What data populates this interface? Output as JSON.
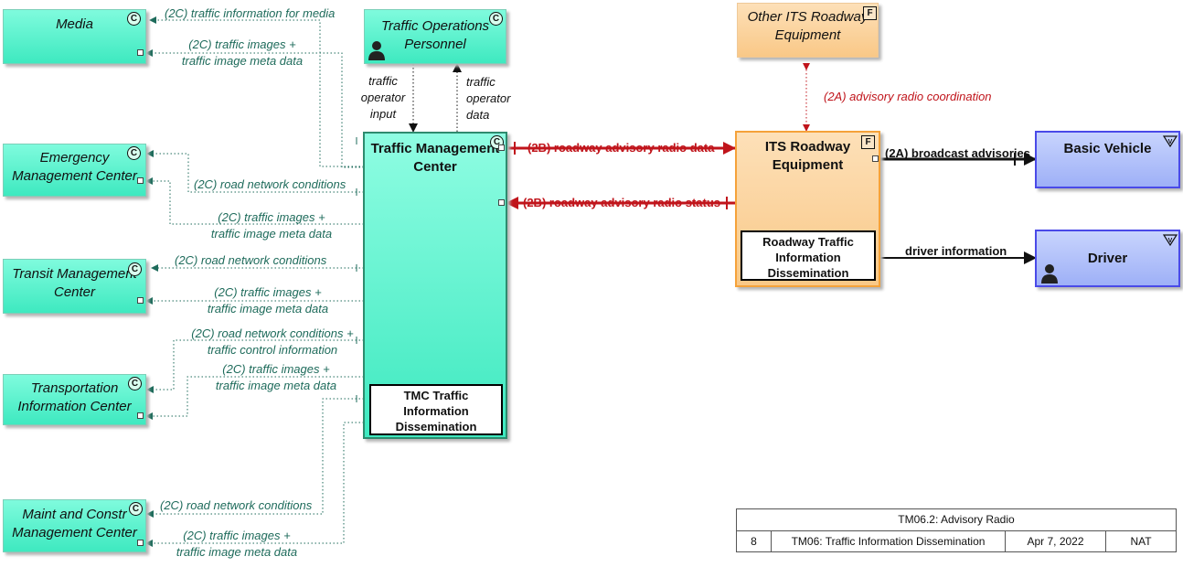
{
  "elements": {
    "media": {
      "label": "Media",
      "tag": "C"
    },
    "traffic_ops_personnel": {
      "label": "Traffic Operations Personnel",
      "tag": "C"
    },
    "other_its_roadway": {
      "label": "Other ITS Roadway Equipment",
      "tag": "F"
    },
    "emergency_mgmt": {
      "label": "Emergency Management Center",
      "tag": "C"
    },
    "tmc": {
      "label": "Traffic Management Center",
      "tag": "C",
      "sub": "TMC Traffic Information Dissemination"
    },
    "its_roadway": {
      "label": "ITS Roadway Equipment",
      "tag": "F",
      "sub": "Roadway Traffic Information Dissemination"
    },
    "basic_vehicle": {
      "label": "Basic Vehicle",
      "tag": "V"
    },
    "driver": {
      "label": "Driver",
      "tag": "V"
    },
    "transit_mgmt": {
      "label": "Transit Management Center",
      "tag": "C"
    },
    "transportation_info": {
      "label": "Transportation Information Center",
      "tag": "C"
    },
    "maint_constr": {
      "label": "Maint and Constr Management Center",
      "tag": "C"
    }
  },
  "flows": {
    "media_info": "(2C) traffic information for media",
    "media_images": "(2C) traffic images + traffic image meta data",
    "op_input": "traffic operator input",
    "op_data": "traffic operator data",
    "advisory_coord": "(2A) advisory radio coordination",
    "radio_data": "(2B) roadway advisory radio data",
    "radio_status": "(2B) roadway advisory radio status",
    "broadcast": "(2A) broadcast advisories",
    "driver_info": "driver information",
    "emc_conditions": "(2C) road network conditions",
    "emc_images": "(2C) traffic images + traffic image meta data",
    "transit_conditions": "(2C) road network conditions",
    "transit_images": "(2C) traffic images + traffic image meta data",
    "tic_conditions": "(2C) road network conditions + traffic control information",
    "tic_images": "(2C) traffic images + traffic image meta data",
    "mcm_conditions": "(2C) road network conditions",
    "mcm_images": "(2C) traffic images + traffic image meta data"
  },
  "legend": {
    "title": "TM06.2: Advisory Radio",
    "page": "8",
    "package": "TM06: Traffic Information Dissemination",
    "date": "Apr 7, 2022",
    "author": "NAT"
  },
  "colors": {
    "center": "#3ee9c0",
    "field": "#f9c887",
    "vehicle": "#9eb0f7",
    "flow_2c": "#1e6b5b",
    "flow_2b": "#c0141b"
  }
}
